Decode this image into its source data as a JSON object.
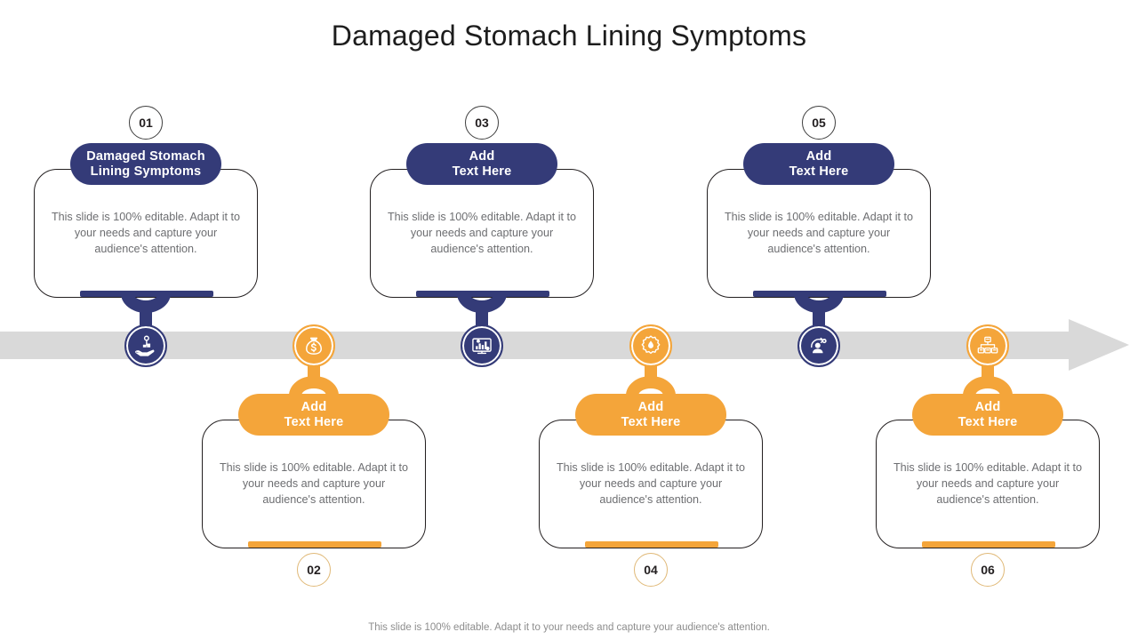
{
  "page_title": "Damaged Stomach Lining Symptoms",
  "body_text": "This slide is 100% editable. Adapt it to your needs and capture your audience's attention.",
  "footer_note": "This slide is 100% editable. Adapt it to your needs and capture your audience's attention.",
  "colors": {
    "blue": "#343b78",
    "orange": "#f4a53a",
    "timeline_gray": "#d9d9d9",
    "body_text_gray": "#6d6e71",
    "card_border": "#231f20",
    "title": "#1d1d1d"
  },
  "timeline": {
    "direction": "right",
    "arrow_label": "timeline-arrow"
  },
  "steps": [
    {
      "number": "01",
      "position": "top",
      "accent": "blue",
      "heading_line1": "Damaged Stomach",
      "heading_line2": "Lining Symptoms",
      "body": "This slide is 100% editable. Adapt it to your needs and capture your audience's attention.",
      "icon": "hand-holding-plant-icon"
    },
    {
      "number": "02",
      "position": "bottom",
      "accent": "orange",
      "heading_line1": "Add",
      "heading_line2": "Text Here",
      "body": "This slide is 100% editable. Adapt it to your needs and capture your audience's attention.",
      "icon": "money-bag-icon"
    },
    {
      "number": "03",
      "position": "top",
      "accent": "blue",
      "heading_line1": "Add",
      "heading_line2": "Text Here",
      "body": "This slide is 100% editable. Adapt it to your needs and capture your audience's attention.",
      "icon": "bar-chart-icon"
    },
    {
      "number": "04",
      "position": "bottom",
      "accent": "orange",
      "heading_line1": "Add",
      "heading_line2": "Text Here",
      "body": "This slide is 100% editable. Adapt it to your needs and capture your audience's attention.",
      "icon": "gear-alert-icon"
    },
    {
      "number": "05",
      "position": "top",
      "accent": "blue",
      "heading_line1": "Add",
      "heading_line2": "Text Here",
      "body": "This slide is 100% editable. Adapt it to your needs and capture your audience's attention.",
      "icon": "user-settings-icon"
    },
    {
      "number": "06",
      "position": "bottom",
      "accent": "orange",
      "heading_line1": "Add",
      "heading_line2": "Text Here",
      "body": "This slide is 100% editable. Adapt it to your needs and capture your audience's attention.",
      "icon": "org-chart-icon"
    }
  ]
}
